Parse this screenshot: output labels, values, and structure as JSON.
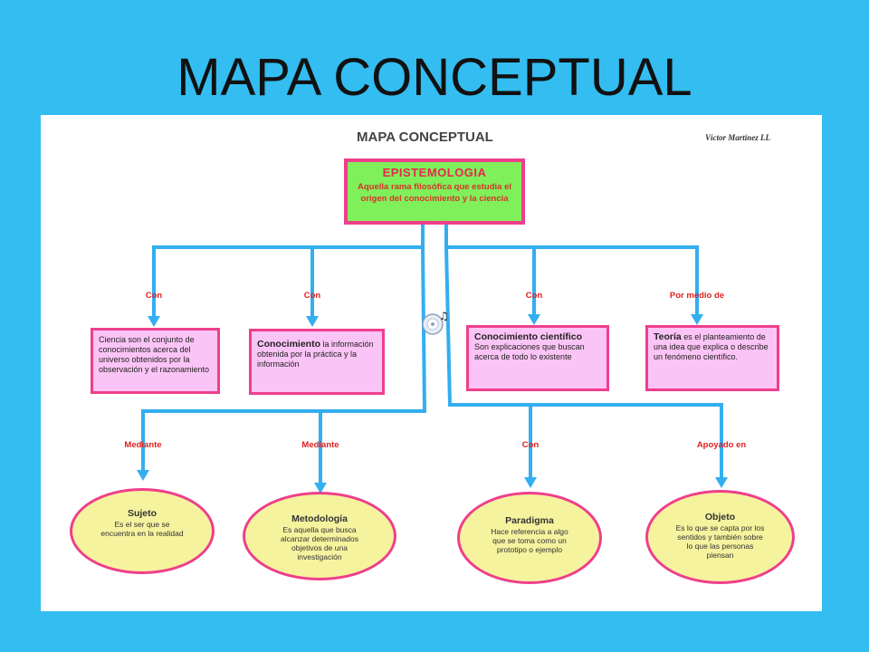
{
  "slide": {
    "title": "MAPA CONCEPTUAL"
  },
  "panel": {
    "heading": "MAPA CONCEPTUAL",
    "author": "Víctor Martínez LL"
  },
  "root": {
    "title": "EPISTEMOLOGIA",
    "description": "Aquella rama filosófica que estudia el origen del conocimiento y la ciencia"
  },
  "top_links": [
    "Con",
    "Con",
    "Con",
    "Por medio de"
  ],
  "top_nodes": [
    {
      "title": "",
      "text": "Ciencia son el conjunto de conocimientos acerca del universo obtenidos por la observación y el razonamiento"
    },
    {
      "title": "Conocimiento",
      "text": "la información obtenida por la práctica y la información"
    },
    {
      "title": "Conocimiento científico",
      "text": "Son explicaciones que buscan acerca de todo lo existente"
    },
    {
      "title": "Teoría",
      "text": "es el planteamiento de una idea que explica o describe un fenómeno científico."
    }
  ],
  "bottom_links": [
    "Mediante",
    "Mediante",
    "Con",
    "Apoyado en"
  ],
  "bottom_nodes": [
    {
      "title": "Sujeto",
      "text": "Es el ser que se encuentra en la realidad"
    },
    {
      "title": "Metodología",
      "text": "Es aquella que busca alcanzar determinados objetivos de una investigación"
    },
    {
      "title": "Paradigma",
      "text": "Hace referencia a algo que se toma como un prototipo o ejemplo"
    },
    {
      "title": "Objeto",
      "text": "Es lo que se capta por los sentidos y también sobre lo que las personas piensan"
    }
  ],
  "colors": {
    "background": "#33bdf0",
    "connector": "#33aef0",
    "root_fill": "#7fef5a",
    "border": "#ef3f8b",
    "box_fill": "#fbc4f6",
    "ellipse_fill": "#f6f39f",
    "label": "#e02020"
  },
  "icons": [
    "audio-media-icon"
  ]
}
